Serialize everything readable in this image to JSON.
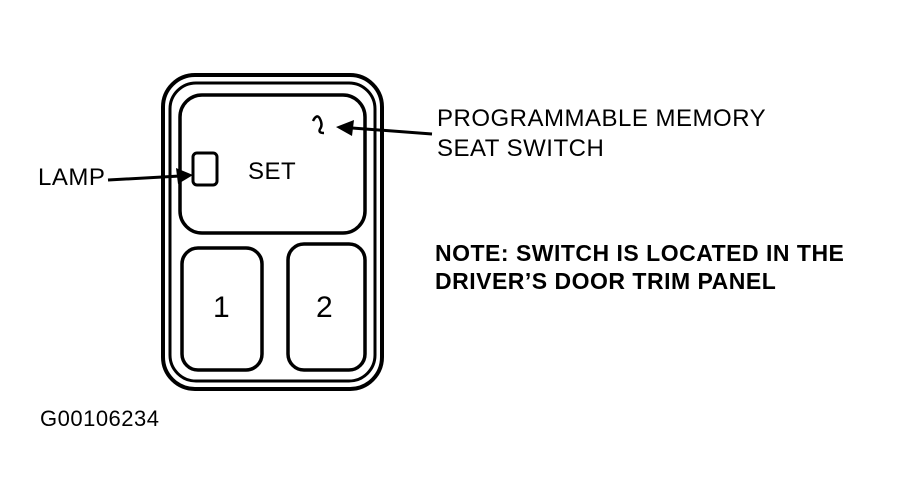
{
  "labels": {
    "lamp": "LAMP",
    "set": "SET",
    "button_1": "1",
    "button_2": "2",
    "callout_line1": "PROGRAMMABLE MEMORY",
    "callout_line2": "SEAT SWITCH",
    "note_line1": "NOTE: SWITCH IS LOCATED IN THE",
    "note_line2": "DRIVER’S DOOR TRIM PANEL",
    "figure_id": "G00106234"
  },
  "colors": {
    "ink": "#000000",
    "paper": "#ffffff"
  }
}
